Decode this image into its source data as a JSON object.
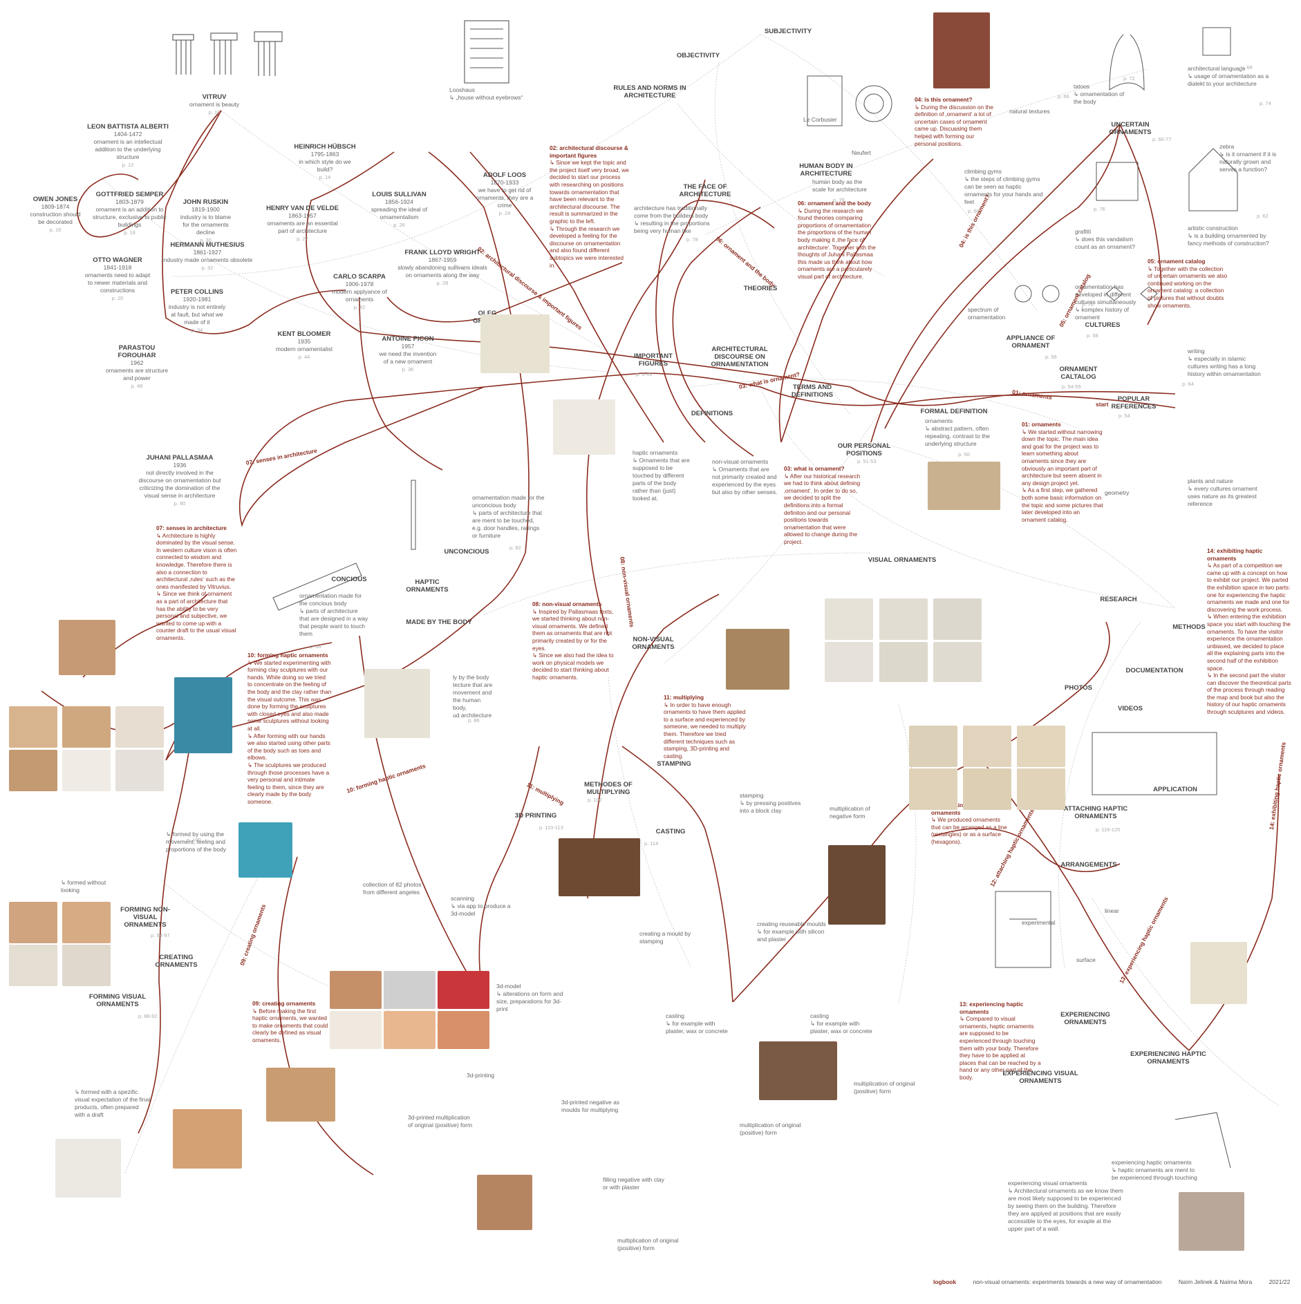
{
  "colors": {
    "accent": "#8a2b1e",
    "grey": "#777",
    "line": "#bbb"
  },
  "footer": {
    "logbook": "logbook",
    "title": "non-visual ornaments: experiments towards a new way of ornamentation",
    "authors": "Naïm Jelinek & Naïma Mora",
    "year": "2021/22"
  },
  "people": [
    {
      "name": "VITRUV",
      "desc": "ornament is beauty",
      "page": "p. 10"
    },
    {
      "name": "LEON BATTISTA ALBERTI",
      "years": "1404-1472",
      "desc": "ornament is an intellectual addition to the underlying structure",
      "page": "p. 12"
    },
    {
      "name": "GOTTFRIED SEMPER",
      "years": "1803-1879",
      "desc": "ornament is an addition to structure, exclusive to public buildings",
      "page": "p. 18"
    },
    {
      "name": "OWEN JONES",
      "years": "1809-1874",
      "desc": "construction should be decorated",
      "page": "p. 16"
    },
    {
      "name": "JOHN RUSKIN",
      "years": "1819-1900",
      "desc": "industry is to blame for the ornaments decline",
      "page": "p. 30"
    },
    {
      "name": "HEINRICH HÜBSCH",
      "years": "1795-1863",
      "desc": "in which style do we build?",
      "page": "p. 14"
    },
    {
      "name": "HENRY VAN DE VELDE",
      "years": "1863-1957",
      "desc": "ornaments are an essential part of architecture",
      "page": "p. 22"
    },
    {
      "name": "HERMANN MUTHESIUS",
      "years": "1861-1927",
      "desc": "industry made ornaments obsolete",
      "page": "p. 32"
    },
    {
      "name": "OTTO WAGNER",
      "years": "1841-1918",
      "desc": "ornaments need to adapt to newer materials and constructions",
      "page": "p. 20"
    },
    {
      "name": "PETER COLLINS",
      "years": "1920-1981",
      "desc": "industry is not entirely at fault, but what we made of it",
      "page": "p. 34"
    },
    {
      "name": "PARASTOU FOROUHAR",
      "years": "1962",
      "desc": "ornaments are structure and power",
      "page": "p. 48"
    },
    {
      "name": "LOUIS SULLIVAN",
      "years": "1856-1924",
      "desc": "spreading the ideal of ornamentalism",
      "page": "p. 26"
    },
    {
      "name": "ADOLF LOOS",
      "years": "1870-1933",
      "desc": "we have to get rid of ornaments, they are a crime",
      "page": "p. 24"
    },
    {
      "name": "FRANK LLOYD WRIGHT",
      "years": "1867-1959",
      "desc": "slowly abandoning sullivans ideals on ornaments along the way",
      "page": "p. 28"
    },
    {
      "name": "CARLO SCARPA",
      "years": "1906-1978",
      "desc": "modern applyance of ornaments",
      "page": "p. 42"
    },
    {
      "name": "KENT BLOOMER",
      "years": "1935",
      "desc": "modern ornamentalist",
      "page": "p. 44"
    },
    {
      "name": "ANTOINE PICON",
      "years": "1957",
      "desc": "we need the invention of a new ornament",
      "page": "p. 36"
    },
    {
      "name": "OLEG GRABAR",
      "years": "",
      "desc": "",
      "page": ""
    },
    {
      "name": "JUHANI PALLASMAA",
      "years": "1936",
      "desc": "not directly involved in the discourse on ornamentation but criticizing the domination of the visual sense in architecture",
      "page": "p. 80"
    }
  ],
  "headings": [
    "SUBJECTIVITY",
    "OBJECTIVITY",
    "RULES AND NORMS IN ARCHITECTURE",
    "THE FACE OF ARCHITECTURE",
    "HUMAN BODY IN ARCHITECTURE",
    "UNCERTAIN ORNAMENTS",
    "THEORIES",
    "IMPORTANT FIGURES",
    "ARCHITECTURAL DISCOURSE ON ORNAMENTATION",
    "TERMS AND DEFINITIONS",
    "DEFINITIONS",
    "FORMAL DEFINITION",
    "OUR PERSONAL POSITIONS",
    "APPLIANCE OF ORNAMENT",
    "CULTURES",
    "ORNAMENT CALTALOG",
    "POPULAR REFERENCES",
    "VISUAL ORNAMENTS",
    "RESEARCH",
    "METHODS",
    "DOCUMENTATION",
    "PHOTOS",
    "VIDEOS",
    "UNCONCIOUS",
    "CONCIOUS",
    "HAPTIC ORNAMENTS",
    "MADE BY THE BODY",
    "NON-VISUAL ORNAMENTS",
    "STAMPING",
    "METHODES OF MULTIPLYING",
    "3D PRINTING",
    "CASTING",
    "APPLICATION",
    "ATTACHING HAPTIC ORNAMENTS",
    "ARRANGEMENTS",
    "EXPERIENCING ORNAMENTS",
    "EXPERIENCING HAPTIC ORNAMENTS",
    "EXPERIENCING VISUAL ORNAMENTS",
    "FORMING NON-VISUAL ORNAMENTS",
    "CREATING ORNAMENTS",
    "FORMING VISUAL ORNAMENTS"
  ],
  "captions": {
    "looshaus": "Looshaus\n↳ „house without eyebrows“",
    "lecorbusier": "Le Corbusier",
    "neufert": "Neufert",
    "humanbody": "human body as the scale for architecture",
    "face": "architecture has traditionally come from the builders body\n↳ resulting in the proportions being very human like",
    "natural": "natural textures",
    "tatoos": "tatoos\n↳ ornamentation of the body",
    "language": "architectural language\n↳ usage of ornamentation as a dialekt to your architecture",
    "zebra": "zebra\n↳ is it ornament if it is naturally grown and serves a function?",
    "climbing": "climbing gyms\n↳ the steps of climbing gyms can be seen as haptic ornaments for your hands and feet",
    "grafitti": "grafitti\n↳ does this vandalism count as an ornament?",
    "artistic": "artistic construction\n↳ is a building ornamented by fancy methods of construction?",
    "spectrum": "spectrum of ornamentation",
    "cultures": "ornamentation has developed in different cultures simultaneously\n↳ komplex history of ornament",
    "writing": "writing\n↳ especially in islamic cultures writing has a long history within ornamentation",
    "formal": "ornaments\n↳ abstract pattern, often repeating, contrast to the underlying structure",
    "geometry": "geometry",
    "plants": "plants and nature\n↳ every cultures ornament uses nature as its greatest reference",
    "haptic": "haptic ornaments\n↳ Ornaments that are supposed to be touched by different parts of the body rather than (just) looked at.",
    "nonvisual": "non-visual ornaments\n↳ Ornaments that are not primarily created and experienced by the eyes but also by other senses.",
    "unconcious": "ornamentation made for the unconcious body\n↳ parts of architecture that are ment to be touched, e.g. door handles, railings or furniture",
    "concious": "ornamentation made for the concious body\n↳ parts of architecture that are designed in a way that people want to touch them",
    "madebody": "ly by the body\ntecture that are\nmovement and\nthe human body,\nud architecture",
    "formedlook": "↳ formed without looking",
    "formedbody": "↳ formed by using the movement, feeling and proportions of the body",
    "formedvis": "↳ formed with a spezific visual expectation of the final products, often prepared with a draft",
    "collection": "collection of 82 photos from different angeles",
    "scanning": "scanning\n↳ via app to produce a 3d-model",
    "model3d": "3d-model\n↳ alterations on form and size, preparations for 3d-print",
    "printing3d": "3d-printing",
    "neg3d": "3d-printed negative as moulds for multiplying",
    "multi3d": "3d-printed multiplication of original (positive) form",
    "filling": "filling negative with clay or with plaster",
    "multiorig": "multiplication of original (positive) form",
    "mouldstamp": "creating a mould by stamping",
    "stampclay": "stamping\n↳ by pressing positives into a block clay",
    "multineg": "multiplication of negative form",
    "reusable": "creating reuseable moulds\n↳ for example with silicon and plaster",
    "casting1": "casting\n↳ for example with plaster, wax or concrete",
    "casting2": "casting\n↳ for example with plaster, wax or concrete",
    "multiorig2": "multiplication of original (positive) form",
    "multiorig3": "multiplication of original (positive) form",
    "linear": "linear",
    "experimental": "experimental",
    "surface": "surface",
    "expvisual": "experiencing visual ornaments\n↳ Architectural ornaments as we know them are most likely supposed to be experienced by seeing them on the building. Therefore they are applyed at positions that are easily accessible to the eyes, for exaple at the upper part of a wall.",
    "exphaptic": "experiencing haptic ornaments\n↳ haptic ornaments are ment to be experienced through touching"
  },
  "notes": [
    {
      "title": "02: architectural discourse & important figures",
      "body": "↳ Since we kept the topic and the project itself very broad, we decided to start our process with researching on positions towards ornamentation that have been relevant to the architectural discourse. The result is summarized in the graphic to the left.\n↳ Through the research we developed a feeling for the discourse on ornamentation and also found different subtopics we were interested in."
    },
    {
      "title": "04: is this ornament?",
      "body": "↳ During the discussion on the definition of ‚ornament‘ a lot of uncertain cases of ornament came up. Discussing them helped with forming our personal positions."
    },
    {
      "title": "06: ornament and the body",
      "body": "↳ During the research we found theories comparing proportions of ornamentation the proportions of the human body making it ‚the face of architecture‘. Together with the thoughts of Juhani Pallasmaa this made us think about how ornaments are a particularely visual part of architecture."
    },
    {
      "title": "05: ornament catalog",
      "body": "↳ Together with the collection of uncertain ornaments we also continued working on the ornament catalog: a collection of pictures that without doubts show ornaments."
    },
    {
      "title": "01: ornaments",
      "body": "↳ We started without narrowing down the topic. The main idea and goal for the project was to learn something about ornaments since they are obviously an important part of architecture but seem absent in any design project yet.\n↳ As a first step, we gathered both some basic information on the topic and some pictures that later developed into an ornament catalog."
    },
    {
      "title": "03: what is ornament?",
      "body": "↳ After our historical research we had to think about defining ‚ornament‘. In order to do so, we decided to split the definitions into a formal definiton and our personal positions towards ornamentation that were allowed to change during the project."
    },
    {
      "title": "07: senses in architecture",
      "body": "↳ Architecture is highly dominated by the visual sense. In western culture vison is often connected to wisdom and knowledge. Therefore there is also a connection to architectural ‚rules‘ such as the ones manifested by Vitruvius.\n↳ Since we think of ornament as a part of architecture that has the ability to be very personal and subjective, we wanted to come up with a counter draft to the usual visual ornaments."
    },
    {
      "title": "08: non-visual ornaments",
      "body": "↳ Inspired by Pallasmaas texts, we started thinking about non-visual ornaments. We defined them as ornaments that are not primarily created by or for the eyes.\n↳ Since we also had the idea to work on physical models we decided to start thinking about haptic ornaments."
    },
    {
      "title": "10: forming haptic ornaments",
      "body": "↳ We started experimenting with forming clay sculptures with our hands. While doing so we tried to concentrate on the feeling of the body and the clay rather than the visual outcome. This was done by forming the sculptures with closed eyes and also made some sculptures without looking at all.\n↳ After forming with our hands we also started using other parts of the body such as toes and elbows.\n↳ The sculptures we produced through those processes have a very personal and intimate feeling to them, since they are clearly made by the body someone."
    },
    {
      "title": "11: multiplying",
      "body": "↳ In order to have enough ornaments to have them applied to a surface and experienced by someone, we needed to multiply them. Therefore we tried different techniques such as stamping, 3D-printing and casting."
    },
    {
      "title": "09: creating ornaments",
      "body": "↳ Before making the first haptic ornaments, we wanted to make ornaments that could clearly be defined as visual ornaments."
    },
    {
      "title": "12: attaching haptic ornaments",
      "body": "↳ We produced ornaments that can be arranged as a line (rectangles) or as a surface (hexagons)."
    },
    {
      "title": "13: experiencing haptic ornaments",
      "body": "↳ Compared to visual ornaments, haptic ornaments are supposed to be experienced through touching them with your body. Therefore they have to be applied at places that can be reached by a hand or any other part of the body."
    },
    {
      "title": "14: exhibiting haptic ornaments",
      "body": "↳ As part of a competition we came up with a concept on how to exhibit our project. We parted the exhibition space in two parts: one for experiencing the haptic ornaments we made and one for discovering the work process.\n↳ When entering the exhibition space you start with touching the ornaments. To have the visitor experience the ornamentation unbiased, we decided to place all the explaining parts into the second half of the exhibition space.\n↳ In the second part the visitor can discover the theoretical parts of the process through reading the map and book but also the history of our haptic ornaments through sculptures and videos."
    }
  ],
  "path_labels": [
    "01: ornaments",
    "02: architectural discourse & important figures",
    "03: what is ornament?",
    "04: is this ornament?",
    "05: ornament catalog",
    "06: ornament and the body",
    "07: senses in architecture",
    "08: non-visual ornaments",
    "09: creating ornaments",
    "10: forming haptic ornaments",
    "11: multiplying",
    "12: attaching haptic ornaments",
    "13: experiencing haptic ornaments",
    "14: exhibiting haptic ornaments",
    "start"
  ],
  "pages": {
    "face": "p. 78",
    "humanbody": "p. 79",
    "uncertain": "p. 60-77",
    "formal": "p. 50",
    "positions": "p. 51-53",
    "appliance": "p. 56",
    "cultures": "p. 58",
    "catalog": "p. 54-59",
    "popular": "p. 54",
    "figures": "p. 8-49",
    "haptic_unc": "p. 82",
    "haptic_con": "p. 84",
    "madebody": "p. 86",
    "nonvisual": "p. 94-97",
    "visual": "p. 88-92",
    "formedbody": "p. 100",
    "multiplying": "p. 102",
    "printing": "p. 110-113",
    "casting": "p. 114",
    "attaching": "p. 116-125",
    "climbing": "p. 60",
    "natural": "p. 66",
    "tatoos": "p. 72",
    "language": "p. 68",
    "zebra": "p. 74",
    "artistic": "p. 62",
    "grafitti": "p. 76",
    "spectrum": "p. 70",
    "writing": "p. 64"
  }
}
